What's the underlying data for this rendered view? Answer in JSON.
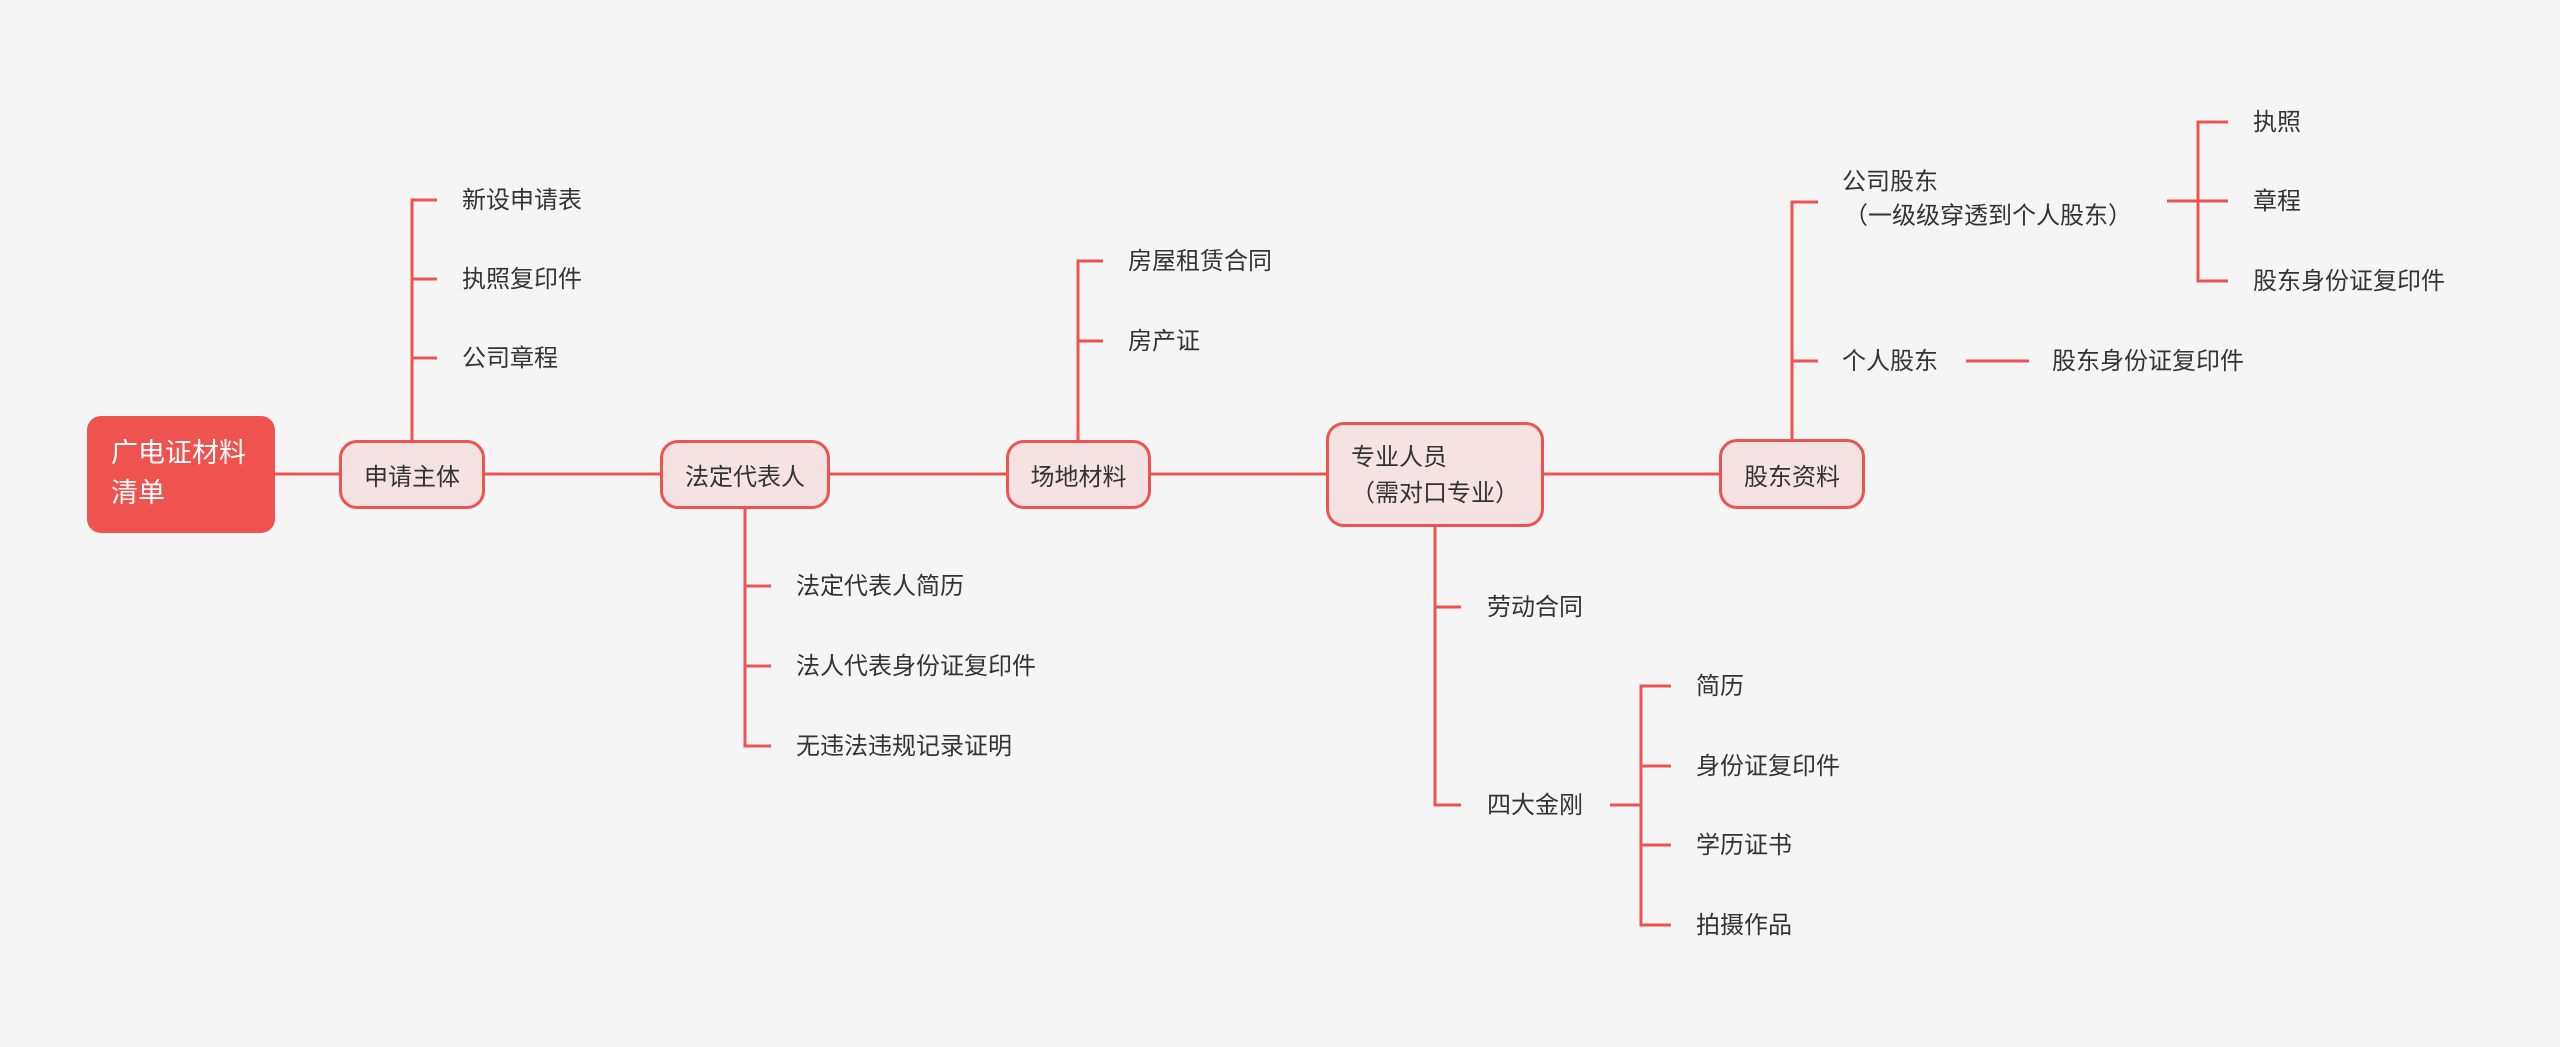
{
  "colors": {
    "background": "#F5F5F5",
    "accent": "#EF5350",
    "node_fill": "#F5E3E3",
    "text": "#333333"
  },
  "root": {
    "line1": "广电证材料",
    "line2": "清单"
  },
  "branches": {
    "applicant": {
      "label": "申请主体",
      "items": [
        "新设申请表",
        "执照复印件",
        "公司章程"
      ]
    },
    "legal_rep": {
      "label": "法定代表人",
      "items": [
        "法定代表人简历",
        "法人代表身份证复印件",
        "无违法违规记录证明"
      ]
    },
    "venue": {
      "label": "场地材料",
      "items": [
        "房屋租赁合同",
        "房产证"
      ]
    },
    "professionals": {
      "line1": "专业人员",
      "line2": "（需对口专业）",
      "items": [
        "劳动合同",
        "四大金刚"
      ],
      "four_items": [
        "简历",
        "身份证复印件",
        "学历证书",
        "拍摄作品"
      ]
    },
    "shareholders": {
      "label": "股东资料",
      "corporate": {
        "line1": "公司股东",
        "line2": "（一级级穿透到个人股东）",
        "items": [
          "执照",
          "章程",
          "股东身份证复印件"
        ]
      },
      "individual": {
        "label": "个人股东",
        "items": [
          "股东身份证复印件"
        ]
      }
    }
  }
}
